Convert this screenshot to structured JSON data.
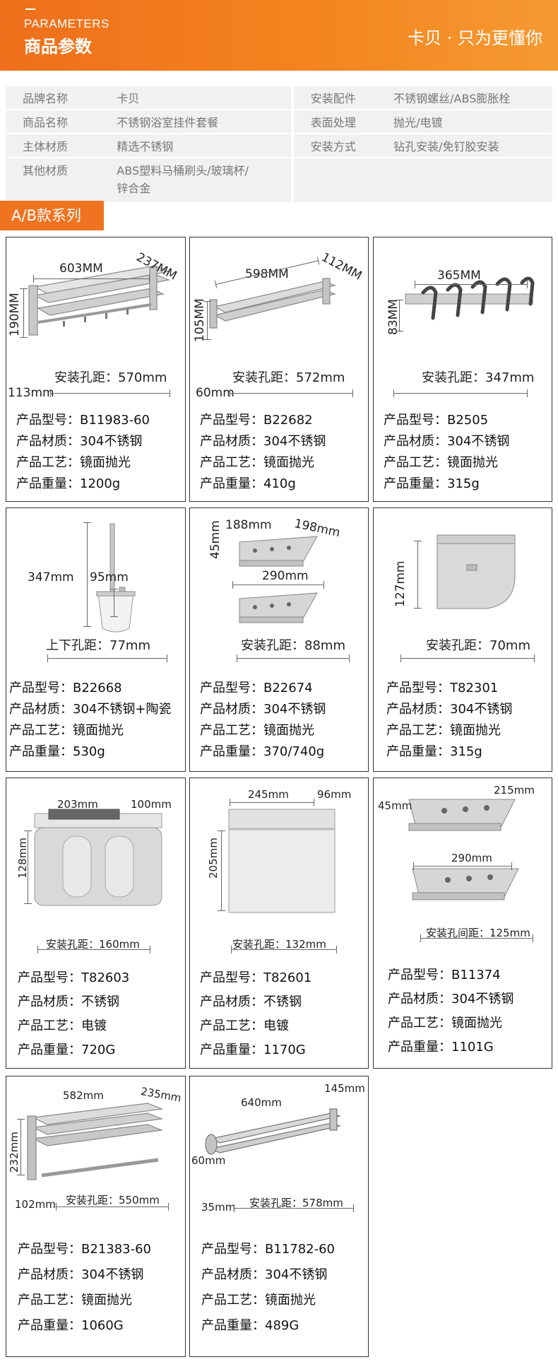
{
  "header": {
    "en": "PARAMETERS",
    "zh": "商品参数",
    "slogan": "卡贝 · 只为更懂你"
  },
  "params": [
    {
      "k1": "品牌名称",
      "v1": "卡贝",
      "k2": "安装配件",
      "v2": "不锈钢螺丝/ABS膨胀栓"
    },
    {
      "k1": "商品名称",
      "v1": "不锈钢浴室挂件套餐",
      "k2": "表面处理",
      "v2": "抛光/电镀"
    },
    {
      "k1": "主体材质",
      "v1": "精选不锈钢",
      "k2": "安装方式",
      "v2": "钻孔安装/免钉胶安装"
    },
    {
      "k1": "其他材质",
      "v1": "ABS塑料马桶刷头/玻璃杯/",
      "v1b": "锌合金",
      "k2": "",
      "v2": ""
    }
  ],
  "series_label": "A/B款系列",
  "spec_labels": {
    "model": "产品型号：",
    "material": "产品材质：",
    "craft": "产品工艺：",
    "weight": "产品重量："
  },
  "products": [
    {
      "model": "B11983-60",
      "material": "304不锈钢",
      "craft": "镜面抛光",
      "weight": "1200g",
      "dims": {
        "w": "603MM",
        "d": "237MM",
        "h": "190MM",
        "hole": "安装孔距：570mm",
        "side": "113mm"
      }
    },
    {
      "model": "B22682",
      "material": "304不锈钢",
      "craft": "镜面抛光",
      "weight": "410g",
      "dims": {
        "w": "598MM",
        "d": "112MM",
        "h": "105MM",
        "hole": "安装孔距：572mm",
        "side": "60mm"
      }
    },
    {
      "model": "B2505",
      "material": "304不锈钢",
      "craft": "镜面抛光",
      "weight": "315g",
      "dims": {
        "w": "365MM",
        "h": "83MM",
        "hole": "安装孔距：347mm"
      }
    },
    {
      "model": "B22668",
      "material": "304不锈钢+陶瓷",
      "craft": "镜面抛光",
      "weight": "530g",
      "dims": {
        "h": "347mm",
        "h2": "95mm",
        "hole": "上下孔距：77mm"
      }
    },
    {
      "model": "B22674",
      "material": "304不锈钢",
      "craft": "镜面抛光",
      "weight": "370/740g",
      "dims": {
        "w": "188mm",
        "d": "198mm",
        "h": "45mm",
        "w2": "290mm",
        "hole": "安装孔距：88mm"
      }
    },
    {
      "model": "T82301",
      "material": "304不锈钢",
      "craft": "镜面抛光",
      "weight": "315g",
      "dims": {
        "h": "127mm",
        "hole": "安装孔距：70mm"
      }
    },
    {
      "model": "T82603",
      "material": "不锈钢",
      "craft": "电镀",
      "weight": "720G",
      "dims": {
        "w": "203mm",
        "d": "100mm",
        "h": "128mm",
        "hole": "安装孔距：160mm"
      }
    },
    {
      "model": "T82601",
      "material": "不锈钢",
      "craft": "电镀",
      "weight": "1170G",
      "dims": {
        "w": "245mm",
        "d": "96mm",
        "h": "205mm",
        "hole": "安装孔距：132mm"
      }
    },
    {
      "model": "B11374",
      "material": "304不锈钢",
      "craft": "镜面抛光",
      "weight": "1101G",
      "dims": {
        "d": "215mm",
        "h": "45mm",
        "w2": "290mm",
        "hole": "安装孔间距：125mm"
      }
    },
    {
      "model": "B21383-60",
      "material": "304不锈钢",
      "craft": "镜面抛光",
      "weight": "1060G",
      "dims": {
        "w": "582mm",
        "d": "235mm",
        "h": "232mm",
        "hole": "安装孔距：550mm",
        "side": "102mm"
      }
    },
    {
      "model": "B11782-60",
      "material": "304不锈钢",
      "craft": "镜面抛光",
      "weight": "489G",
      "dims": {
        "w": "640mm",
        "d": "145mm",
        "h": "60mm",
        "hole": "安装孔距：578mm",
        "side": "35mm"
      }
    }
  ]
}
